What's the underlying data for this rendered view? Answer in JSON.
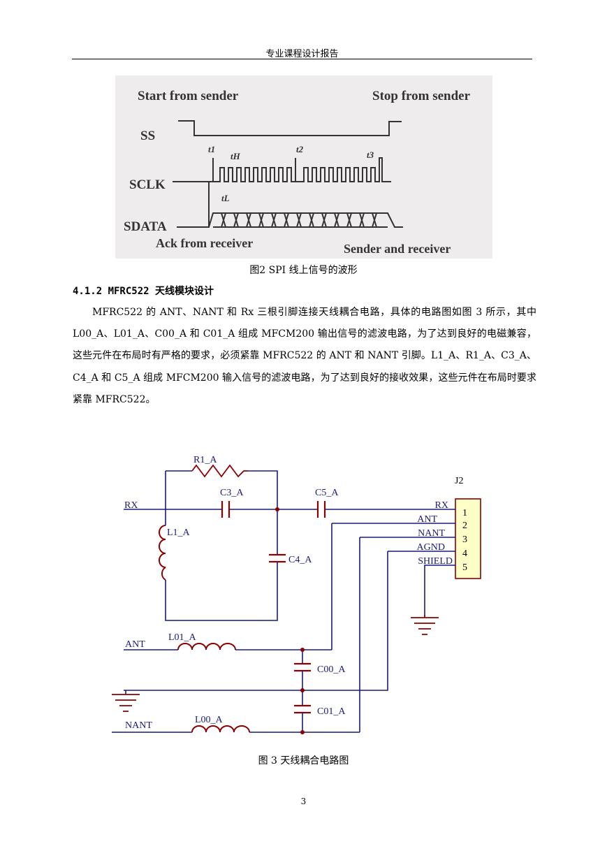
{
  "header": {
    "title": "专业课程设计报告"
  },
  "figure2": {
    "labels": {
      "start": "Start from sender",
      "stop": "Stop from sender",
      "ss": "SS",
      "sclk": "SCLK",
      "sdata": "SDATA",
      "t1": "t1",
      "th": "tH",
      "t2": "t2",
      "t3": "t3",
      "tl": "tL",
      "ack": "Ack from receiver",
      "sender_receiver": "Sender and receiver"
    },
    "caption": "图2  SPI 线上信号的波形"
  },
  "section": {
    "title": "4.1.2 MFRC522 天线模块设计"
  },
  "paragraph": {
    "text": "MFRC522 的 ANT、NANT 和 Rx 三根引脚连接天线耦合电路，具体的电路图如图 3 所示，其中 L00_A、L01_A、C00_A 和 C01_A 组成 MFCM200 输出信号的滤波电路，为了达到良好的电磁兼容，这些元件在布局时有严格的要求，必须紧靠 MFRC522 的 ANT 和 NANT 引脚。L1_A、R1_A、C3_A、C4_A 和 C5_A 组成 MFCM200 输入信号的滤波电路，为了达到良好的接收效果，这些元件在布局时要求紧靠 MFRC522。"
  },
  "figure3": {
    "labels": {
      "r1": "R1_A",
      "c3": "C3_A",
      "c5": "C5_A",
      "j2": "J2",
      "rx_in": "RX",
      "l1": "L1_A",
      "c4": "C4_A",
      "ant_in": "ANT",
      "l01": "L01_A",
      "c00": "C00_A",
      "c01": "C01_A",
      "nant_in": "NANT",
      "l00": "L00_A"
    },
    "connector_pins": [
      {
        "num": "1",
        "name": "RX"
      },
      {
        "num": "2",
        "name": "ANT"
      },
      {
        "num": "3",
        "name": "NANT"
      },
      {
        "num": "4",
        "name": "AGND"
      },
      {
        "num": "5",
        "name": "SHIELD"
      }
    ],
    "caption": "图 3 天线耦合电路图"
  },
  "footer": {
    "page_number": "3"
  }
}
